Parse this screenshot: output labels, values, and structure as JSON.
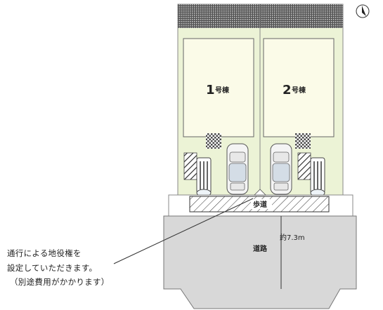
{
  "lots": [
    {
      "number": "1",
      "suffix": "号棟"
    },
    {
      "number": "2",
      "suffix": "号棟"
    }
  ],
  "labels": {
    "private_road": "歩道",
    "road": "道路",
    "road_width": "約7.3m"
  },
  "note": {
    "line1": "通行による地役権を",
    "line2": "設定していただきます。",
    "line3": "（別途費用がかかります）"
  },
  "colors": {
    "lot_fill": "#ecf3d6",
    "building_fill": "#fbfbe8",
    "road_fill": "#d8d8d8",
    "hatch_band": "#2c2c2c"
  },
  "icons": [
    "north-arrow-icon",
    "car-icon",
    "bicycle-parking-icon",
    "hatched-area-icon"
  ]
}
